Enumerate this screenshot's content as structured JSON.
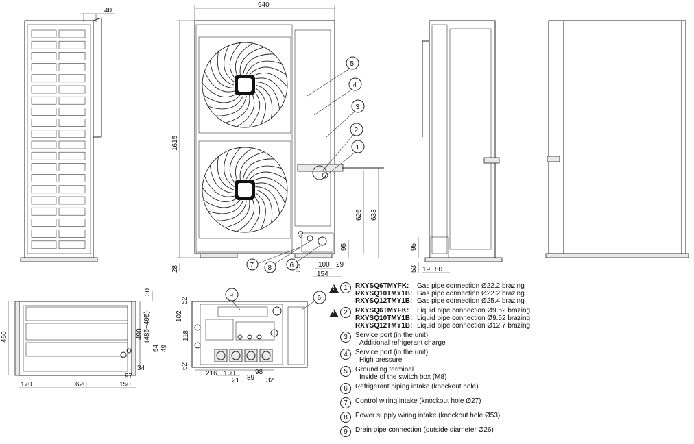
{
  "dimensions": {
    "d940": "940",
    "d40": "40",
    "d1615": "1615",
    "d28": "28",
    "d626": "626",
    "d633": "633",
    "d95a": "95",
    "d29": "29",
    "d100": "100",
    "d154": "154",
    "d85": "85",
    "d40b": "40",
    "d95b": "95",
    "d53": "53",
    "d19": "19",
    "d80": "80",
    "d460": "460",
    "d30": "30",
    "d490": "490",
    "d485": "(485~495)",
    "d64": "64",
    "d49": "49",
    "d34": "34",
    "d97": "97",
    "d170": "170",
    "d620": "620",
    "d150": "150",
    "d52": "52",
    "d102": "102",
    "d118": "118",
    "d62": "62",
    "d216": "216",
    "d130": "130",
    "d21": "21",
    "d89": "89",
    "d98": "98",
    "d32": "32"
  },
  "callouts": [
    "1",
    "2",
    "3",
    "4",
    "5",
    "6",
    "7",
    "8",
    "9"
  ],
  "legend": {
    "items": [
      {
        "num": "1",
        "warning": true,
        "lines": [
          {
            "model": "RXYSQ6TMYFK:",
            "text": "Gas pipe connection Ø22.2 brazing"
          },
          {
            "model": "RXYSQ10TMY1B:",
            "text": "Gas pipe connection Ø22.2 brazing"
          },
          {
            "model": "RXYSQ12TMY1B:",
            "text": "Gas pipe connection Ø25.4 brazing"
          }
        ]
      },
      {
        "num": "2",
        "warning": true,
        "lines": [
          {
            "model": "RXYSQ6TMYFK:",
            "text": "Liquid pipe connection Ø9.52 brazing"
          },
          {
            "model": "RXYSQ10TMY1B:",
            "text": "Liquid pipe connection Ø9.52 brazing"
          },
          {
            "model": "RXYSQ12TMY1B:",
            "text": "Liquid pipe connection Ø12.7 brazing"
          }
        ]
      },
      {
        "num": "3",
        "warning": false,
        "lines": [
          {
            "model": "",
            "text": "Service port (in the unit)"
          },
          {
            "model": "",
            "text": "Additional refrigerant charge"
          }
        ]
      },
      {
        "num": "4",
        "warning": false,
        "lines": [
          {
            "model": "",
            "text": "Service port (in the unit)"
          },
          {
            "model": "",
            "text": "High pressure"
          }
        ]
      },
      {
        "num": "5",
        "warning": false,
        "lines": [
          {
            "model": "",
            "text": "Grounding terminal"
          },
          {
            "model": "",
            "text": "Inside of the switch box (M8)"
          }
        ]
      },
      {
        "num": "6",
        "warning": false,
        "lines": [
          {
            "model": "",
            "text": "Refrigerant piping intake (knockout hole)"
          }
        ]
      },
      {
        "num": "7",
        "warning": false,
        "lines": [
          {
            "model": "",
            "text": "Control wiring intake (knockout hole Ø27)"
          }
        ]
      },
      {
        "num": "8",
        "warning": false,
        "lines": [
          {
            "model": "",
            "text": "Power supply wiring intake (knockout hole Ø53)"
          }
        ]
      },
      {
        "num": "9",
        "warning": false,
        "lines": [
          {
            "model": "",
            "text": "Drain pipe connection (outside diameter Ø26)"
          }
        ]
      }
    ]
  }
}
